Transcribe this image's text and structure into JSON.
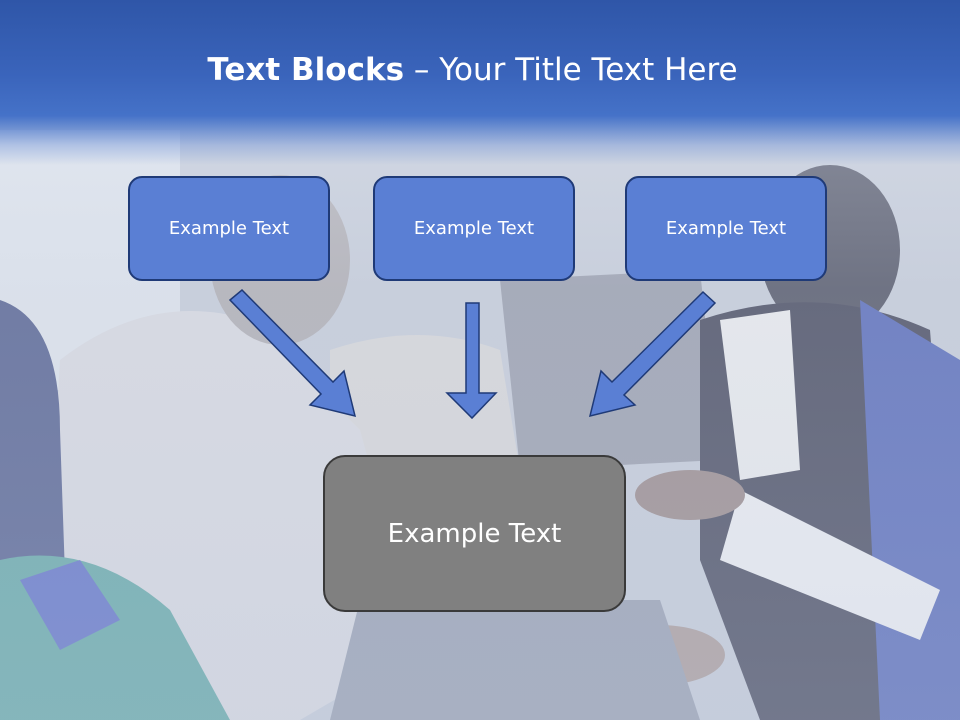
{
  "title": {
    "bold": "Text Blocks",
    "dash": " – ",
    "rest": "Your Title Text Here"
  },
  "blocks": {
    "left": "Example Text",
    "center": "Example Text",
    "right": "Example Text",
    "bottom": "Example Text"
  },
  "colors": {
    "header_blue": "#3a64bb",
    "block_fill": "#5a7fd4",
    "block_border": "#1f3a77",
    "bottom_fill": "#808080",
    "arrow_fill": "#5a7fd4"
  }
}
